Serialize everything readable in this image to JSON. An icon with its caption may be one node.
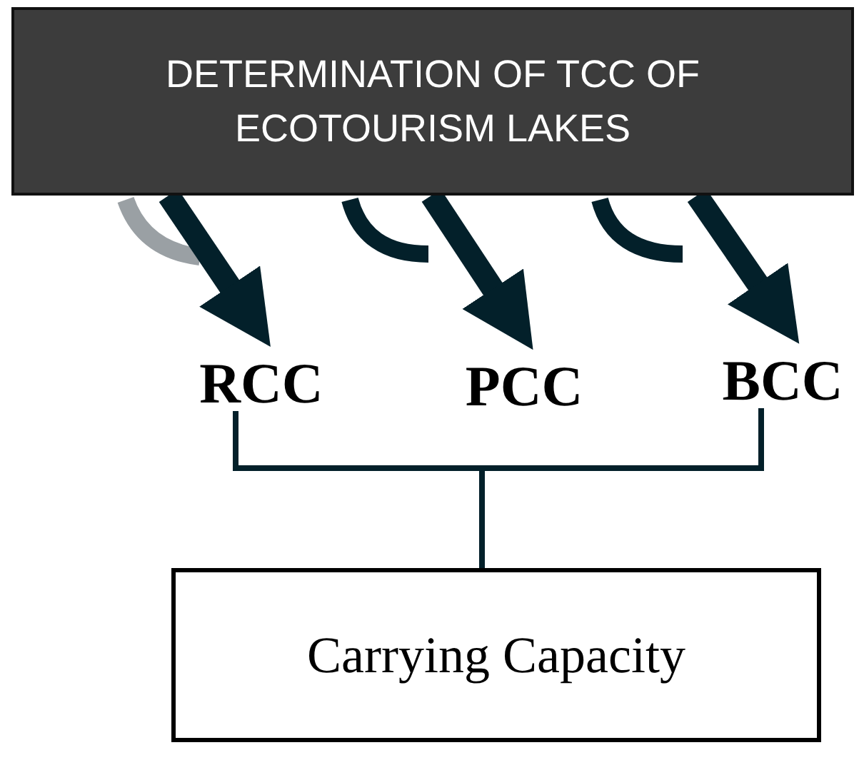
{
  "diagram": {
    "nodes": [
      {
        "text": [
          "DETERMINATION OF TCC OF ECOTOURISM LAKES"
        ]
      },
      {
        "text": [
          "RCC"
        ]
      },
      {
        "text": [
          "PCC"
        ]
      },
      {
        "text": [
          "BCC"
        ]
      },
      {
        "text": [
          "Carrying Capacity"
        ]
      }
    ],
    "edges": [
      {
        "from": 0,
        "to": 1,
        "arrow": "to"
      },
      {
        "from": 0,
        "to": 2,
        "arrow": "to"
      },
      {
        "from": 0,
        "to": 3,
        "arrow": "to"
      },
      {
        "from": 1,
        "to": 4,
        "arrow": "none"
      },
      {
        "from": 3,
        "to": 4,
        "arrow": "none"
      }
    ]
  }
}
